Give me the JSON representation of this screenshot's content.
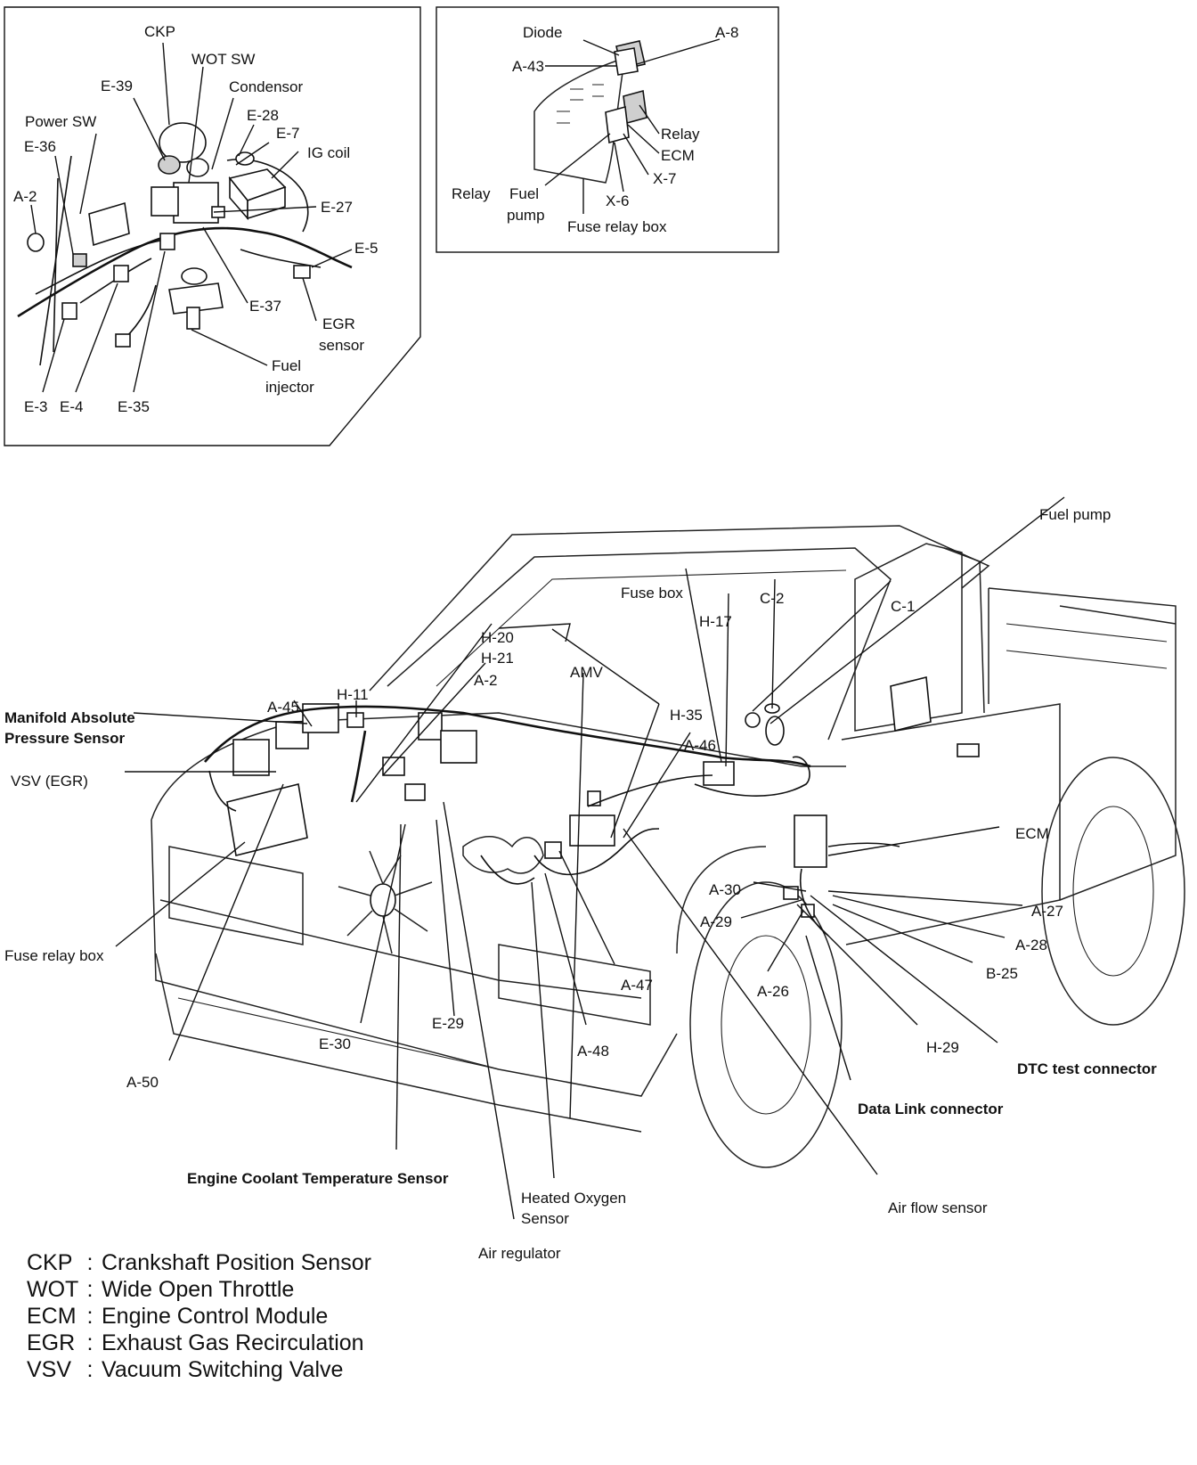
{
  "inset_engine": {
    "labels": {
      "ckp": "CKP",
      "wot_sw": "WOT SW",
      "e39": "E-39",
      "condensor": "Condensor",
      "power_sw": "Power SW",
      "e28": "E-28",
      "e7": "E-7",
      "ig_coil": "IG coil",
      "e36": "E-36",
      "a2": "A-2",
      "e27": "E-27",
      "e5": "E-5",
      "e37": "E-37",
      "egr_sensor_1": "EGR",
      "egr_sensor_2": "sensor",
      "fuel_injector_1": "Fuel",
      "fuel_injector_2": "injector",
      "e3": "E-3",
      "e4": "E-4",
      "e35": "E-35"
    }
  },
  "inset_relay": {
    "labels": {
      "diode": "Diode",
      "a8": "A-8",
      "a43": "A-43",
      "relay_right": "Relay",
      "ecm": "ECM",
      "x7": "X-7",
      "relay_left": "Relay",
      "fuel_1": "Fuel",
      "fuel_2": "pump",
      "x6": "X-6",
      "fuse_relay_box": "Fuse relay box"
    }
  },
  "main": {
    "labels": {
      "fuel_pump": "Fuel pump",
      "fuse_box": "Fuse box",
      "c2": "C-2",
      "c1": "C-1",
      "h17": "H-17",
      "h20": "H-20",
      "h21": "H-21",
      "a2": "A-2",
      "amv": "AMV",
      "a45": "A-45",
      "h11": "H-11",
      "map_1": "Manifold Absolute",
      "map_2": "Pressure Sensor",
      "h35": "H-35",
      "a46": "A-46",
      "vsv_egr": "VSV (EGR)",
      "ecm": "ECM",
      "a30": "A-30",
      "a27": "A-27",
      "a29": "A-29",
      "a28": "A-28",
      "b25": "B-25",
      "fuse_relay_box": "Fuse relay box",
      "a47": "A-47",
      "a26": "A-26",
      "e29": "E-29",
      "e30": "E-30",
      "a48": "A-48",
      "h29": "H-29",
      "dtc": "DTC test connector",
      "a50": "A-50",
      "data_link": "Data Link connector",
      "ect": "Engine Coolant Temperature Sensor",
      "ho2_1": "Heated Oxygen",
      "ho2_2": "Sensor",
      "air_flow": "Air flow sensor",
      "air_regulator": "Air regulator"
    }
  },
  "legend": [
    {
      "abbr": "CKP",
      "sep": ":",
      "meaning": "Crankshaft Position Sensor"
    },
    {
      "abbr": "WOT",
      "sep": ":",
      "meaning": "Wide Open Throttle"
    },
    {
      "abbr": "ECM",
      "sep": ":",
      "meaning": "Engine Control Module"
    },
    {
      "abbr": "EGR",
      "sep": ":",
      "meaning": "Exhaust Gas Recirculation"
    },
    {
      "abbr": "VSV",
      "sep": ":",
      "meaning": "Vacuum Switching Valve"
    }
  ]
}
